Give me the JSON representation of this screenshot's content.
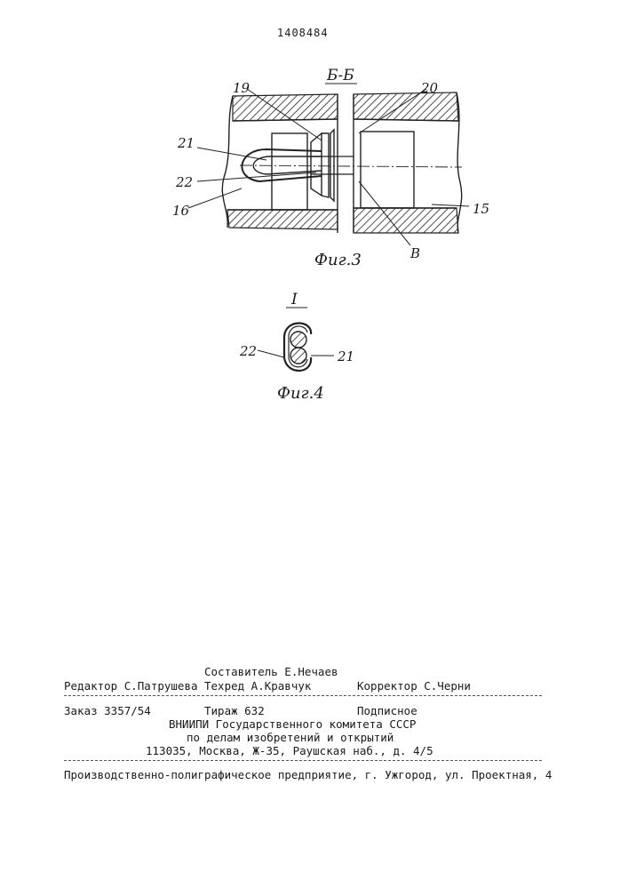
{
  "patent_number": "1408484",
  "figure3": {
    "section_label": "Б-Б",
    "caption": "Фиг.3",
    "callouts": {
      "c19": "19",
      "c20": "20",
      "c21": "21",
      "c22": "22",
      "c16": "16",
      "c15": "15",
      "cB": "В"
    }
  },
  "figure4": {
    "detail_label": "I",
    "caption": "Фиг.4",
    "callouts": {
      "c22": "22",
      "c21": "21"
    }
  },
  "imprint": {
    "compiler": "Составитель Е.Нечаев",
    "editor": "Редактор С.Патрушева",
    "techred": "Техред А.Кравчук",
    "corrector": "Корректор С.Черни",
    "order": "Заказ 3357/54",
    "circulation": "Тираж 632",
    "subscription": "Подписное",
    "org_line1": "ВНИИПИ Государственного комитета СССР",
    "org_line2": "по делам изобретений и открытий",
    "address": "113035, Москва, Ж-35, Раушская наб., д. 4/5",
    "printer": "Производственно-полиграфическое предприятие, г. Ужгород, ул. Проектная, 4"
  }
}
